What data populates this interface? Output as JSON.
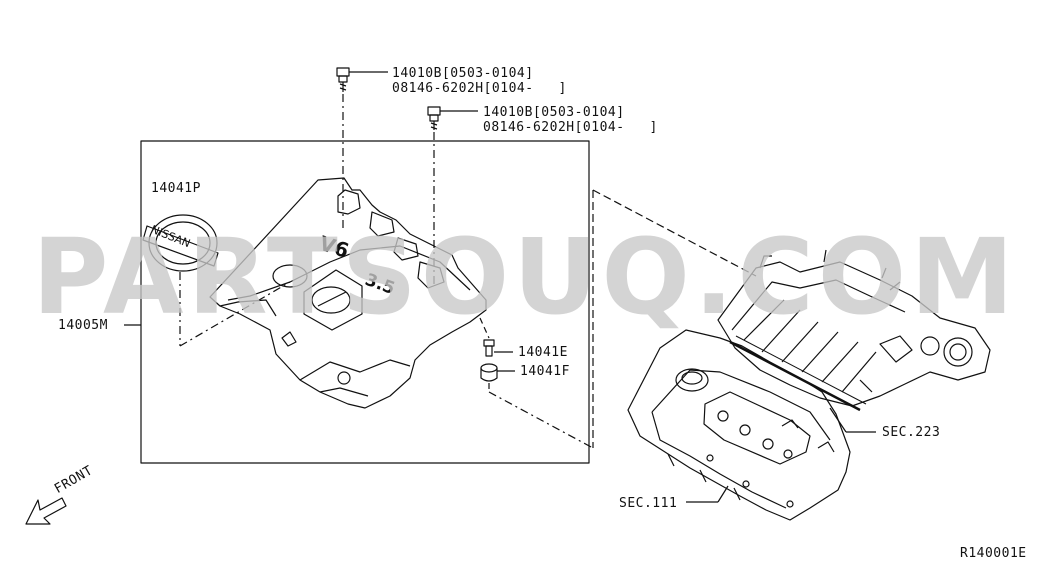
{
  "diagram": {
    "watermark": "PARTSOUQ.COM",
    "labels": {
      "bolt1_line1": "14010B[0503-0104]",
      "bolt1_line2": "08146-6202H[0104-   ]",
      "bolt2_line1": "14010B[0503-0104]",
      "bolt2_line2": "08146-6202H[0104-   ]",
      "emblem": "14041P",
      "cover": "14005M",
      "grommet": "14041E",
      "insulator": "14041F",
      "sec223": "SEC.223",
      "sec111": "SEC.111",
      "front": "FRONT",
      "ref_code": "R140001E"
    },
    "emblem_text": "NISSAN",
    "cover_text_v6": "V6",
    "cover_text_disp": "3.5"
  },
  "colors": {
    "line": "#111111",
    "watermark": "#c9c9c9"
  }
}
